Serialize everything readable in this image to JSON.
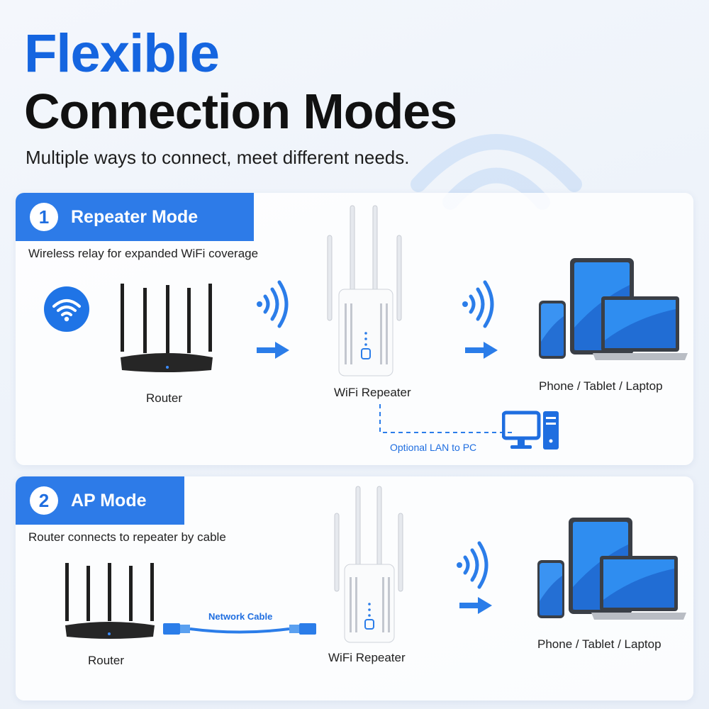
{
  "header": {
    "title_line1": "Flexible",
    "title_line2": "Connection Modes",
    "subtitle": "Multiple ways to connect, meet different needs."
  },
  "modes": [
    {
      "number": "1",
      "title": "Repeater Mode",
      "description": "Wireless relay for expanded WiFi coverage",
      "router_label": "Router",
      "repeater_label": "WiFi Repeater",
      "devices_label": "Phone / Tablet / Laptop",
      "lan_label": "Optional LAN to PC"
    },
    {
      "number": "2",
      "title": "AP Mode",
      "description": "Router connects to repeater by cable",
      "router_label": "Router",
      "cable_label": "Network Cable",
      "repeater_label": "WiFi Repeater",
      "devices_label": "Phone / Tablet / Laptop"
    }
  ],
  "colors": {
    "accent": "#1565e0",
    "tab": "#2d7be8",
    "text": "#111111"
  },
  "icons": [
    "wifi-icon",
    "router-icon",
    "signal-waves-icon",
    "arrow-right-icon",
    "repeater-icon",
    "phone-icon",
    "tablet-icon",
    "laptop-icon",
    "desktop-pc-icon",
    "network-cable-icon"
  ]
}
